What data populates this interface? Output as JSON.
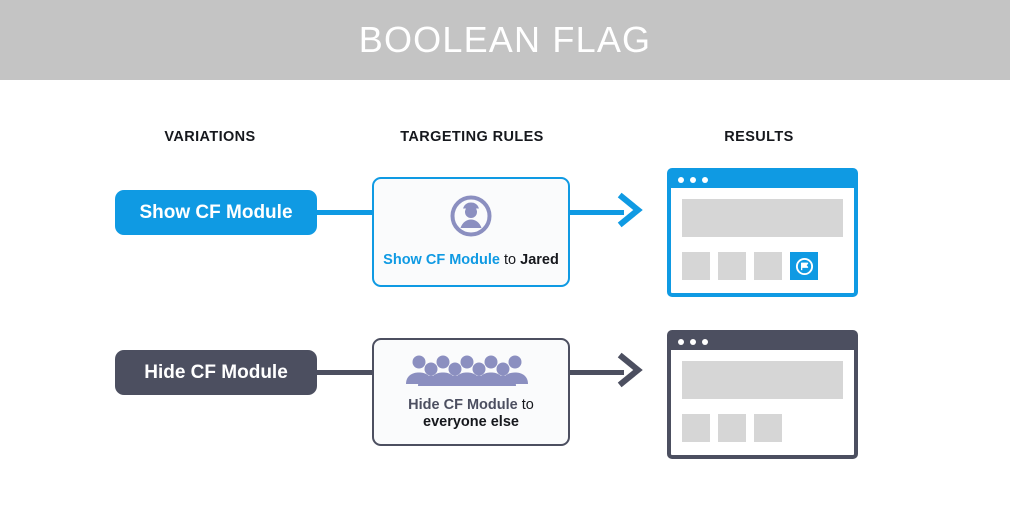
{
  "header": {
    "title": "BOOLEAN FLAG",
    "background_color": "#c4c4c4",
    "text_color": "#ffffff"
  },
  "columns": {
    "variations_label": "VARIATIONS",
    "targeting_label": "TARGETING RULES",
    "results_label": "RESULTS"
  },
  "colors": {
    "accent_blue": "#0f9ae3",
    "accent_dark": "#4c4f60",
    "icon_purple": "#8b8fc0",
    "placeholder_gray": "#d6d6d6"
  },
  "rows": [
    {
      "id": "show-cf-module",
      "variation_label": "Show CF Module",
      "variation_style": "blue",
      "rule_icon": "single-user-icon",
      "rule_text_line1_accent": "Show CF Module",
      "rule_text_line1_plain": " to ",
      "rule_text_line1_strong": "Jared",
      "rule_text_line2_strong": "",
      "arrow_style": "blue",
      "browser_style": "blue",
      "browser_dots": 3,
      "tiles": [
        "plain",
        "plain",
        "plain",
        "flag"
      ],
      "flag_tile_icon": "flag-circle-icon"
    },
    {
      "id": "hide-cf-module",
      "variation_label": "Hide CF Module",
      "variation_style": "dark",
      "rule_icon": "crowd-of-people-icon",
      "rule_text_line1_accent": "Hide CF Module",
      "rule_text_line1_plain": " to",
      "rule_text_line1_strong": "",
      "rule_text_line2_strong": "everyone else",
      "arrow_style": "dark",
      "browser_style": "dark",
      "browser_dots": 3,
      "tiles": [
        "plain",
        "plain",
        "plain"
      ],
      "flag_tile_icon": ""
    }
  ]
}
